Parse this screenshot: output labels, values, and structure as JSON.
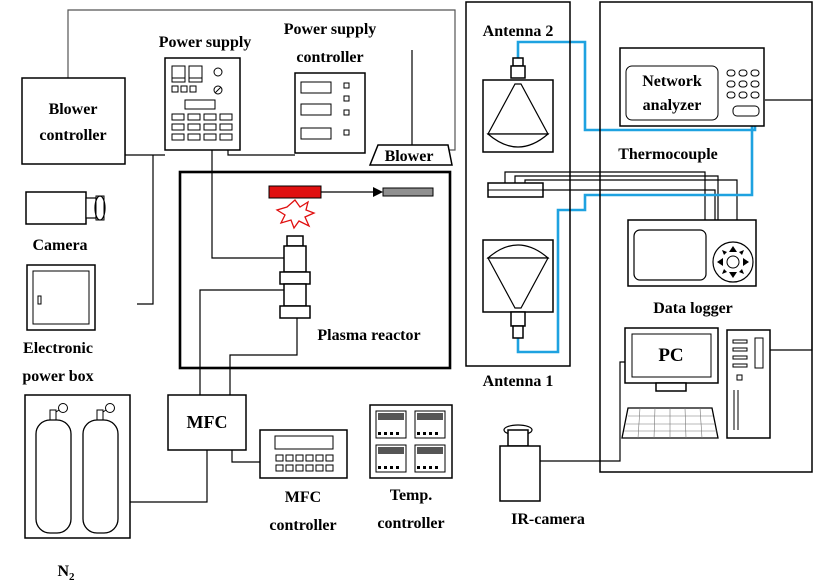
{
  "labels": {
    "power_supply": "Power supply",
    "power_supply_controller_1": "Power supply",
    "power_supply_controller_2": "controller",
    "blower_controller_1": "Blower",
    "blower_controller_2": "controller",
    "blower": "Blower",
    "camera": "Camera",
    "electronic_power_box_1": "Electronic",
    "electronic_power_box_2": "power box",
    "plasma_reactor": "Plasma reactor",
    "antenna_2": "Antenna 2",
    "antenna_1": "Antenna 1",
    "thermocouple": "Thermocouple",
    "network_analyzer_1": "Network",
    "network_analyzer_2": "analyzer",
    "data_logger": "Data logger",
    "pc": "PC",
    "mfc": "MFC",
    "mfc_controller_1": "MFC",
    "mfc_controller_2": "controller",
    "temp_controller_1": "Temp.",
    "temp_controller_2": "controller",
    "ir_camera": "IR-camera",
    "n2_main": "N",
    "n2_sub": "2"
  },
  "colors": {
    "coax_cable": "#1ea2e0",
    "plasma_source": "#e01010",
    "spark": "#e01010",
    "line": "#000000"
  }
}
